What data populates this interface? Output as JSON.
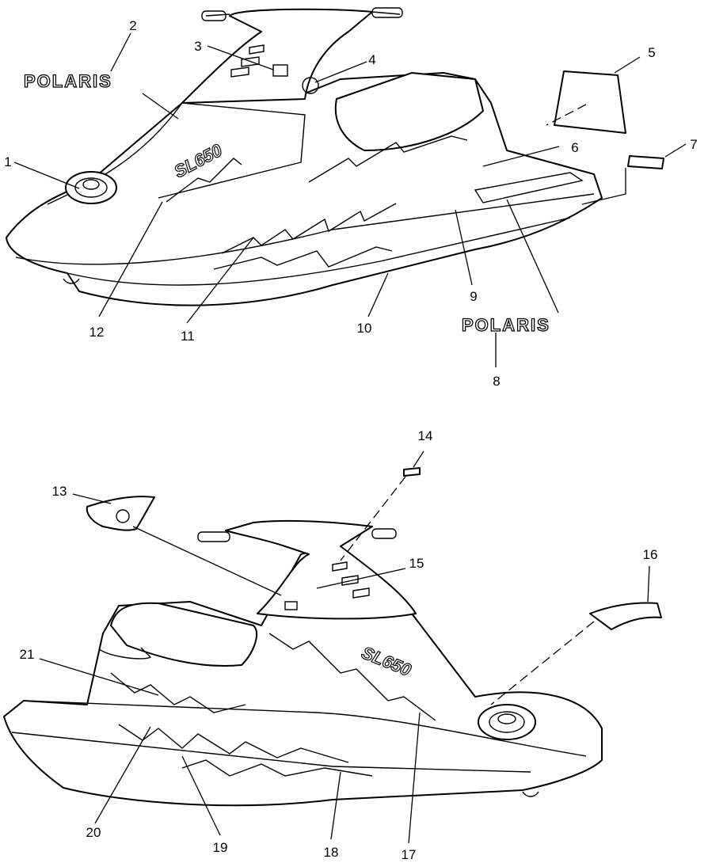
{
  "logos": {
    "logo_2": "POLARIS",
    "logo_8": "POLARIS"
  },
  "model_text": {
    "top": "SL650",
    "bottom": "SL650"
  },
  "callouts": {
    "c1": "1",
    "c2": "2",
    "c3": "3",
    "c4": "4",
    "c5": "5",
    "c6": "6",
    "c7": "7",
    "c8": "8",
    "c9": "9",
    "c10": "10",
    "c11": "11",
    "c12": "12",
    "c13": "13",
    "c14": "14",
    "c15": "15",
    "c16": "16",
    "c17": "17",
    "c18": "18",
    "c19": "19",
    "c20": "20",
    "c21": "21"
  }
}
